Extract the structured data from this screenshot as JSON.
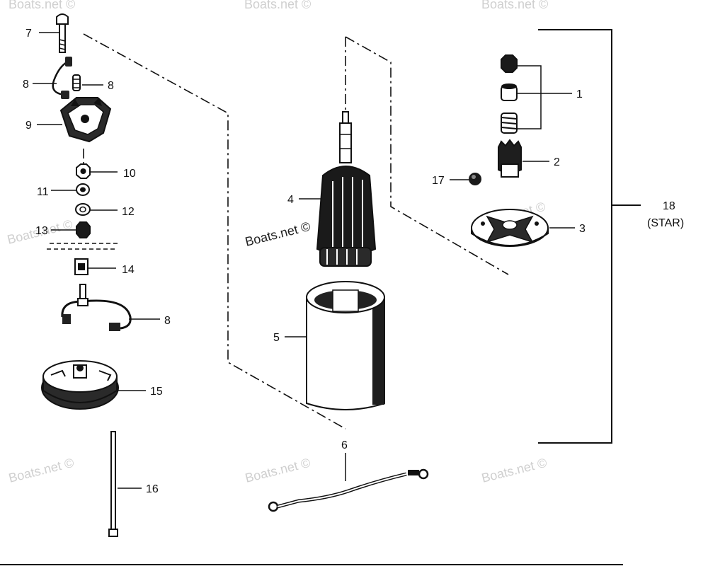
{
  "watermark": {
    "text": "Boats.net ©"
  },
  "callouts": {
    "c1": "1",
    "c2": "2",
    "c3": "3",
    "c4": "4",
    "c5": "5",
    "c6": "6",
    "c7": "7",
    "c8a": "8",
    "c8b": "8",
    "c8c": "8",
    "c9": "9",
    "c10": "10",
    "c11": "11",
    "c12": "12",
    "c13": "13",
    "c14": "14",
    "c15": "15",
    "c16": "16",
    "c17": "17",
    "c18": "18",
    "c18_note": "(STAR)"
  },
  "colors": {
    "ink": "#111111",
    "watermark": "#cfcfcf",
    "background": "#ffffff"
  }
}
